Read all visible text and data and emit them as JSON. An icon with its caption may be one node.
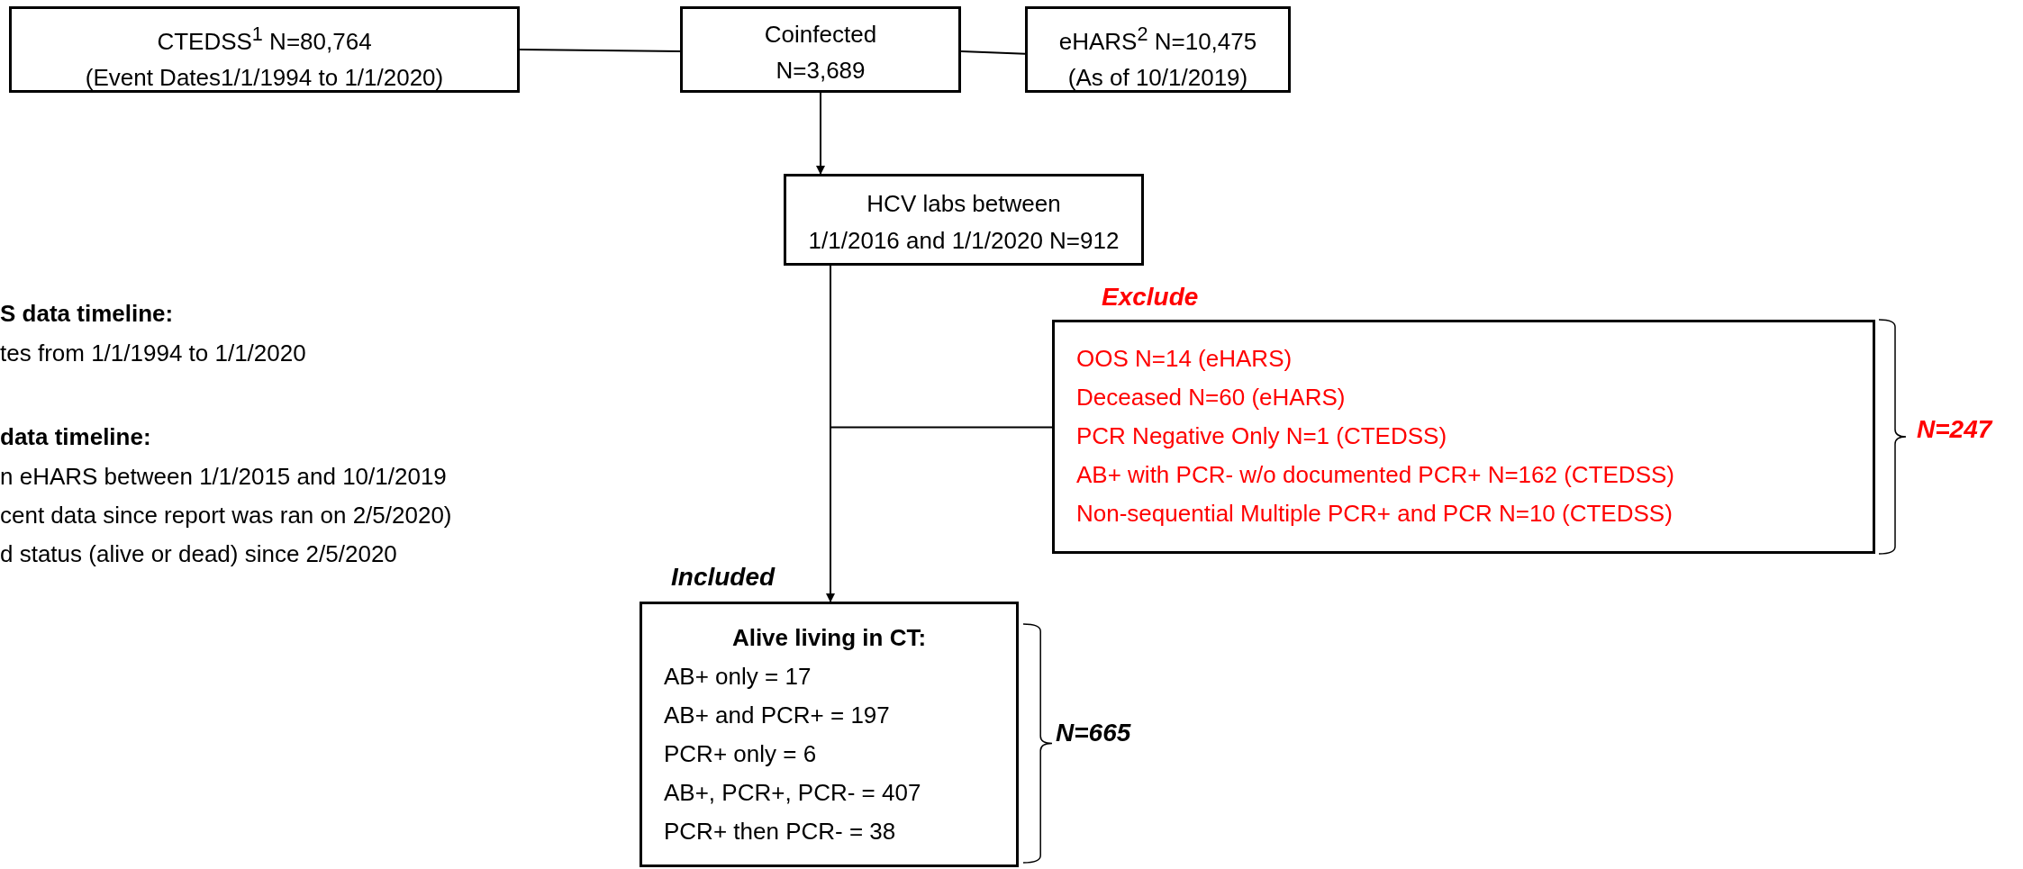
{
  "diagram": {
    "nodes": [
      {
        "text": [
          "CTEDSS$^{1}$ N=80,764",
          "(Event Dates1/1/1994 to 1/1/2020)"
        ]
      },
      {
        "text": [
          "Coinfected",
          "N=3,689"
        ]
      },
      {
        "text": [
          "eHARS$^{2}$ N=10,475",
          "(As of 10/1/2019)"
        ]
      },
      {
        "text": [
          "HCV labs between",
          "1/1/2016 and 1/1/2020 N=912"
        ]
      },
      {
        "text": [
          "Exclude",
          "OOS N=14 (eHARS)",
          "Deceased N=60 (eHARS)",
          "PCR Negative Only N=1 (CTEDSS)",
          "AB+ with PCR- w/o documented PCR+ N=162 (CTEDSS)",
          "Non-sequential Multiple PCR+ and PCR N=10 (CTEDSS)"
        ],
        "beside": [
          "N=247"
        ]
      },
      {
        "text": [
          "Included",
          "Alive living in CT:",
          "AB+ only = 17",
          "AB+ and PCR+ = 197",
          "PCR+ only = 6",
          "AB+, PCR+, PCR- = 407",
          "PCR+ then PCR- = 38"
        ],
        "beside": [
          "N=665"
        ]
      }
    ],
    "edges": [
      {
        "from": 0,
        "to": 1,
        "arrow": "none"
      },
      {
        "from": 1,
        "to": 2,
        "arrow": "none"
      },
      {
        "from": 1,
        "to": 3,
        "arrow": "to"
      },
      {
        "from": 3,
        "to": 5,
        "arrow": "to"
      },
      {
        "from": 3,
        "to": 4,
        "arrow": "none"
      }
    ],
    "labels": [
      "S data timeline:",
      "tes from 1/1/1994 to 1/1/2020",
      "data timeline:",
      "n eHARS between 1/1/2015 and 10/1/2019",
      "cent data since report was ran on 2/5/2020)",
      "d status (alive or dead) since 2/5/2020"
    ]
  }
}
